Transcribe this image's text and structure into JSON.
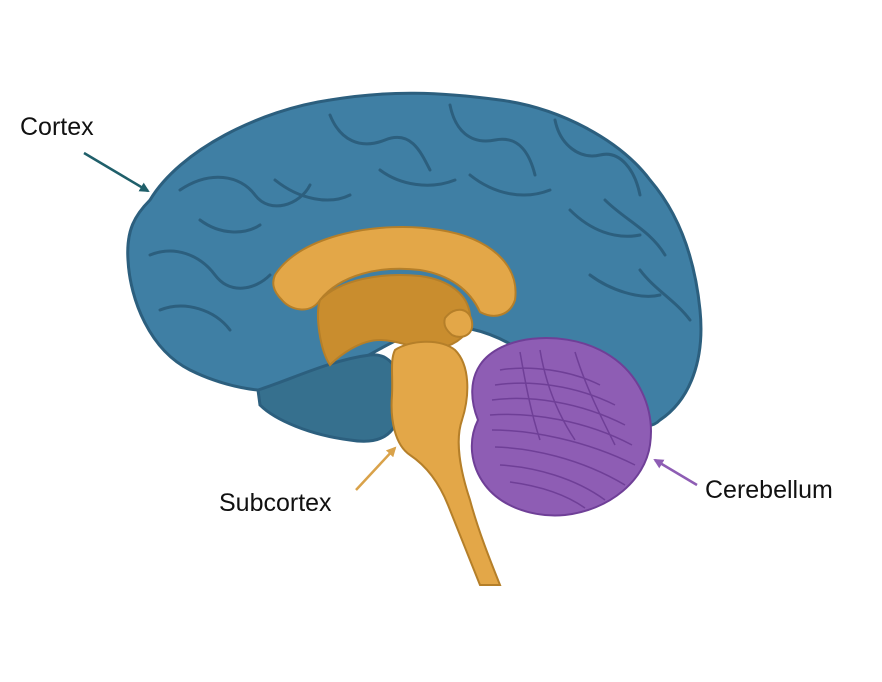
{
  "labels": {
    "cortex": "Cortex",
    "subcortex": "Subcortex",
    "cerebellum": "Cerebellum"
  },
  "colors": {
    "cortex": "#3f7fa4",
    "cortex_outline": "#2c5f7e",
    "subcortex": "#e3a748",
    "subcortex_dark": "#c98d2e",
    "cerebellum": "#8e5db4",
    "cerebellum_line": "#6f3f97",
    "inner_lobe": "#36708e",
    "arrow_cortex": "#1f5f6a",
    "arrow_subcortex": "#d9a24a",
    "arrow_cerebellum": "#8e5db4"
  }
}
